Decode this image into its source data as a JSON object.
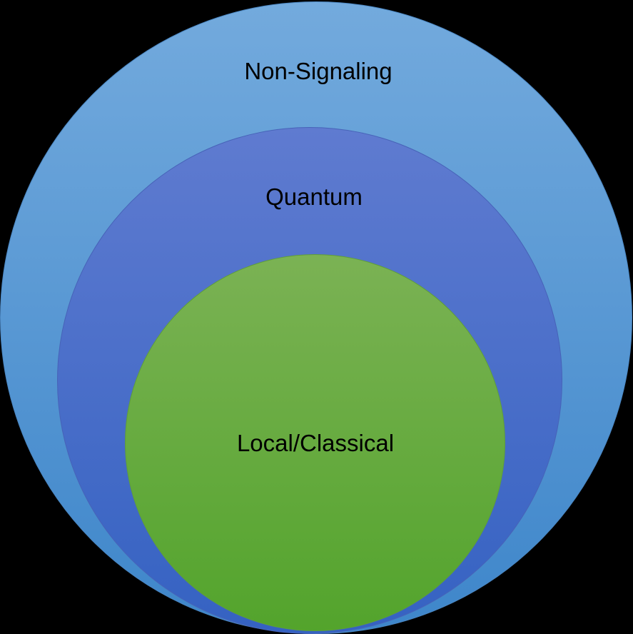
{
  "diagram": {
    "type": "nested-venn",
    "background_color": "#000000",
    "text_color": "#000000",
    "rings": [
      {
        "id": "non-signaling",
        "label": "Non-Signaling",
        "fill_top": "#73aadd",
        "fill_bottom": "#3e86ca",
        "edge_color": "#4a86c2"
      },
      {
        "id": "quantum",
        "label": "Quantum",
        "fill_top": "#5f7bd0",
        "fill_bottom": "#3562c2",
        "edge_color": "#4763b8"
      },
      {
        "id": "local-classical",
        "label": "Local/Classical",
        "fill_top": "#7bb254",
        "fill_bottom": "#53a42c",
        "edge_color": "#5f9e3a"
      }
    ]
  }
}
